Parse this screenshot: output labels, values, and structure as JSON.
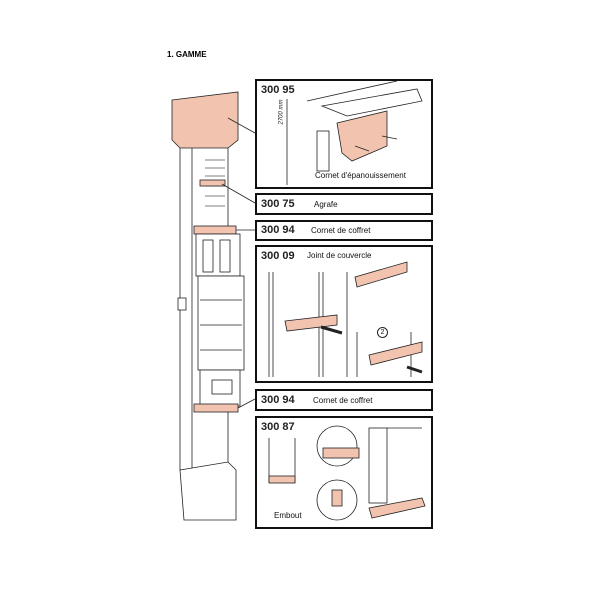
{
  "title": "1. GAMME",
  "items": [
    {
      "code": "300 95",
      "label": "Cornet d'épanouissement",
      "dim": "2700 mm"
    },
    {
      "code": "300 75",
      "label": "Agrafe"
    },
    {
      "code": "300 94",
      "label": "Cornet de coffret"
    },
    {
      "code": "300 09",
      "label": "Joint de couvercle",
      "step": "2"
    },
    {
      "code": "300 94",
      "label": "Cornet de coffret"
    },
    {
      "code": "300 87",
      "label": "Embout"
    }
  ],
  "colors": {
    "accent": "#f2c4b0",
    "stroke": "#111"
  }
}
